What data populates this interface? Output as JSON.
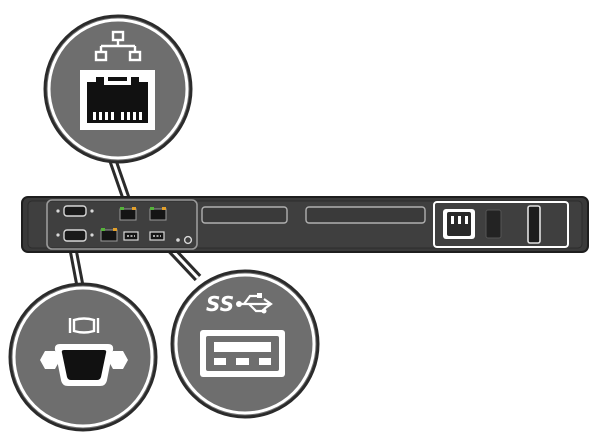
{
  "diagram": {
    "panel": "server-rear-panel",
    "callouts": [
      {
        "id": "network",
        "icon": "network-icon",
        "detail": "rj45-port-icon"
      },
      {
        "id": "video",
        "icon": "monitor-icon",
        "detail": "vga-port-icon"
      },
      {
        "id": "usb",
        "icon": "usb-superspeed-icon",
        "detail": "usb-port-icon",
        "label": "SS"
      }
    ],
    "colors": {
      "chassis": "#3a3a3a",
      "chassis_dark": "#262626",
      "callout_fill": "#6e6e6e",
      "outline": "#ffffff",
      "led_green": "#55b23a",
      "led_orange": "#e3a02a",
      "port_black": "#111111"
    }
  }
}
